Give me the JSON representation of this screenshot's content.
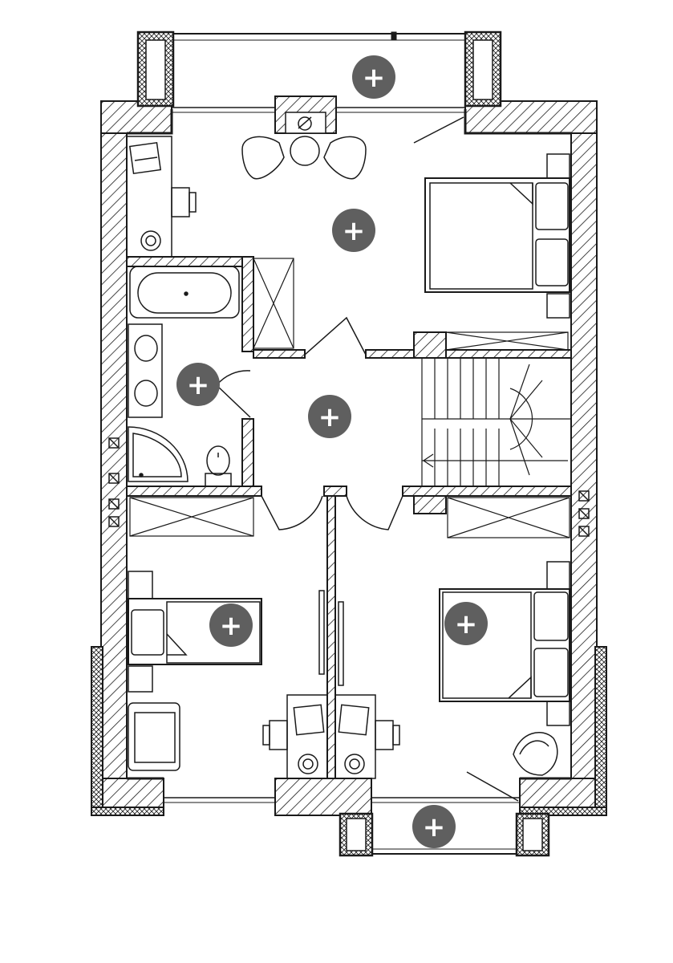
{
  "plan": {
    "hotspots": [
      {
        "id": "balcony-top",
        "glyph": "+"
      },
      {
        "id": "master-bedroom",
        "glyph": "+"
      },
      {
        "id": "bathroom",
        "glyph": "+"
      },
      {
        "id": "hallway",
        "glyph": "+"
      },
      {
        "id": "bedroom-left",
        "glyph": "+"
      },
      {
        "id": "bedroom-right",
        "glyph": "+"
      },
      {
        "id": "balcony-bottom",
        "glyph": "+"
      }
    ]
  },
  "colors": {
    "wall": "#1a1a1a",
    "hatch": "#1a1a1a",
    "hotspot_fill": "#5f5f5f",
    "hotspot_glyph": "#ffffff",
    "background": "#ffffff"
  },
  "icons": {
    "hotspot": "plus-icon"
  }
}
